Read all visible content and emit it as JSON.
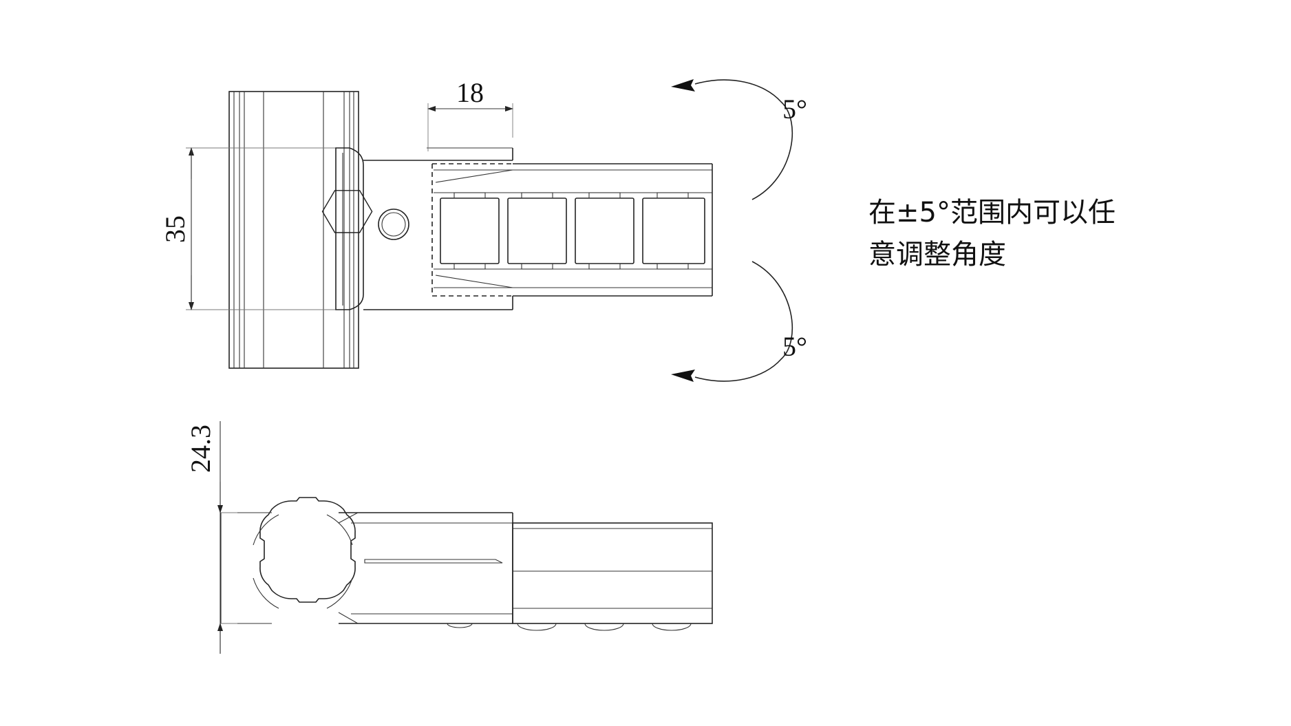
{
  "drawing": {
    "dimensions": {
      "width_top": "18",
      "height_left": "35",
      "height_bottom": "24.3"
    },
    "angles": {
      "upper": "5°",
      "lower": "5°"
    },
    "note": {
      "line1": "在±5°范围内可以任",
      "line2": "意调整角度"
    }
  }
}
